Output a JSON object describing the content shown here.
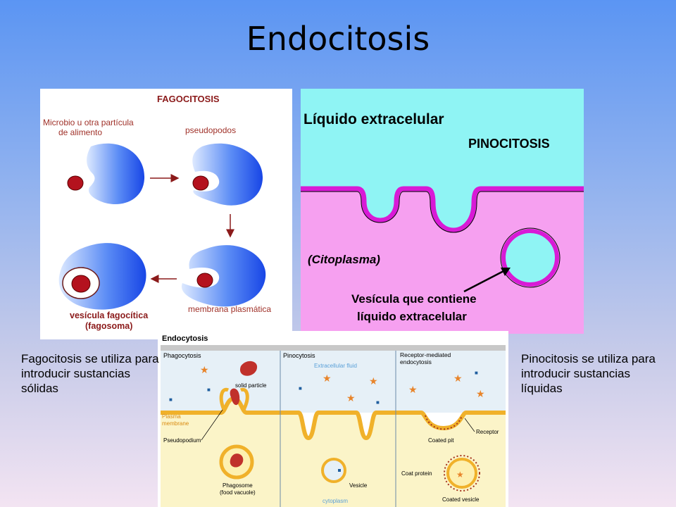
{
  "slide": {
    "title": "Endocitosis",
    "caption_left": "Fagocitosis se utiliza para introducir sustancias sólidas",
    "caption_right": "Pinocitosis se utiliza para introducir sustancias líquidas"
  },
  "fagocitosis": {
    "title": "FAGOCITOSIS",
    "label_microbe": [
      "Microbio u otra partícula",
      "de alimento"
    ],
    "label_pseudopodos": "pseudopodos",
    "label_vesicula": [
      "vesícula fagocítica",
      "(fagosoma)"
    ],
    "label_membrana": "membrana plasmática"
  },
  "pinocitosis": {
    "title": "PINOCITOSIS",
    "label_extracellular": "Líquido extracelular",
    "label_cytoplasm": "(Citoplasma)",
    "label_vesicle": [
      "Vesícula que contiene",
      "líquido extracelular"
    ]
  },
  "endocytosis": {
    "title": "Endocytosis",
    "col_phago": "Phagocytosis",
    "col_pino": "Pinocytosis",
    "col_receptor": [
      "Receptor-mediated",
      "endocytosis"
    ],
    "extracellular_fluid": "Extracellular fluid",
    "solid_particle": "solid particle",
    "plasma_membrane": [
      "Plasma",
      "membrane"
    ],
    "pseudopodium": "Pseudopodium",
    "phagosome": [
      "Phagosome",
      "(food vacuole)"
    ],
    "vesicle": "Vesicle",
    "cytoplasm": "cytoplasm",
    "coated_pit": "Coated pit",
    "receptor": "Receptor",
    "coat_protein": "Coat protein",
    "coated_vesicle": "Coated vesicle"
  },
  "colors": {
    "cyan": "#8ff4f4",
    "pink": "#f6a0f0",
    "magenta": "#d81ad6",
    "membrane_yellow": "#f0b12a",
    "particle_red": "#b4121e",
    "cell_blue": "#1f5ef0"
  }
}
